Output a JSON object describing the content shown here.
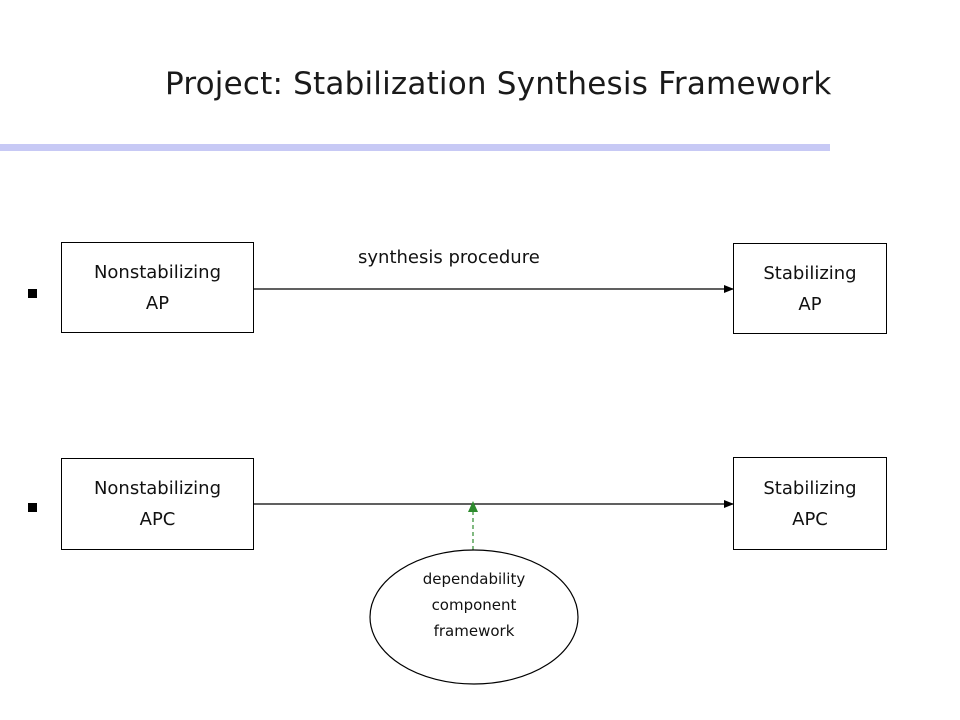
{
  "title": "Project: Stabilization Synthesis Framework",
  "row1": {
    "source": {
      "line1": "Nonstabilizing",
      "line2": "AP"
    },
    "target": {
      "line1": "Stabilizing",
      "line2": "AP"
    },
    "edge_label": "synthesis procedure"
  },
  "row2": {
    "source": {
      "line1": "Nonstabilizing",
      "line2": "APC"
    },
    "target": {
      "line1": "Stabilizing",
      "line2": "APC"
    }
  },
  "component": {
    "line1": "dependability",
    "line2": "component",
    "line3": "framework"
  },
  "colors": {
    "title_rule": "#c7c9f5",
    "dashed_arrow": "#2e8b2e"
  }
}
